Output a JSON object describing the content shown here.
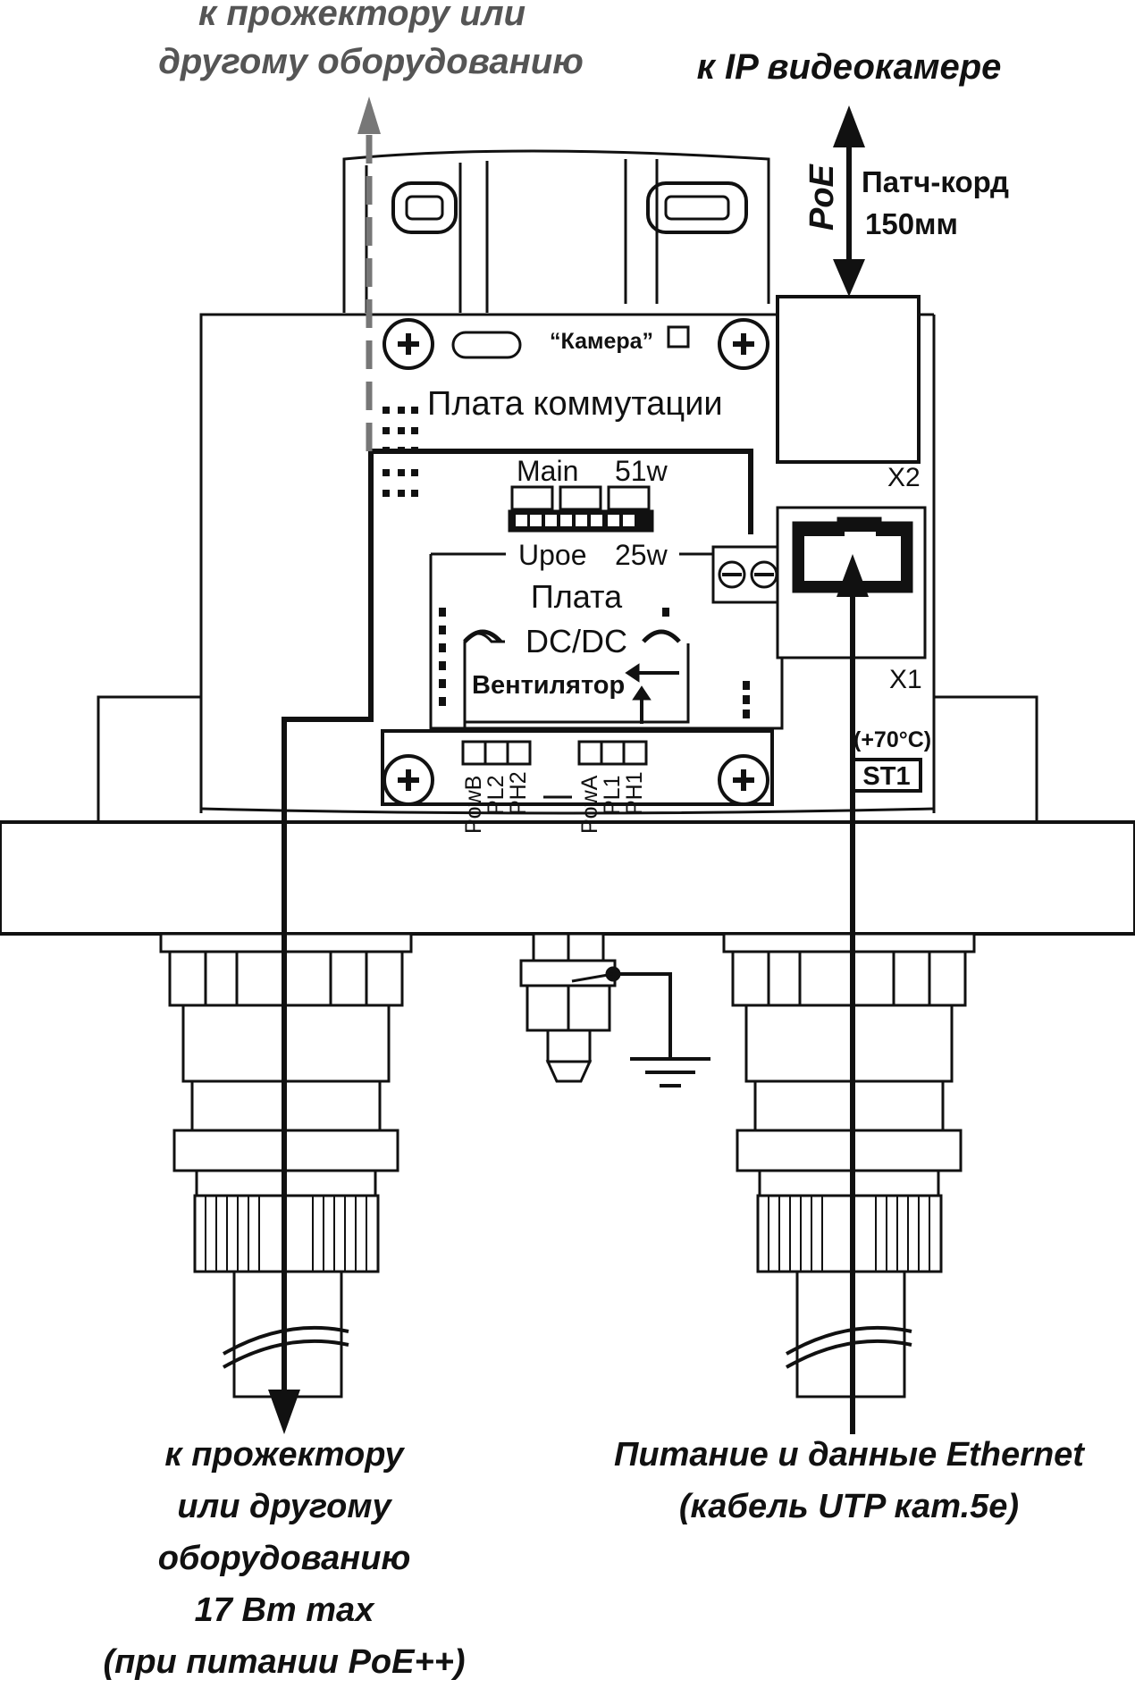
{
  "labels": {
    "top_left_1": "к прожектору или",
    "top_left_2": "другому оборудованию",
    "top_right": "к IP видеокамере",
    "poe": "PoE",
    "patch_1": "Патч-корд",
    "patch_2": "150мм",
    "camera": "“Камера”",
    "board_switch": "Плата коммутации",
    "main": "Main",
    "w51": "51w",
    "upoe": "Upoe",
    "w25": "25w",
    "dcdc_1": "Плата",
    "dcdc_2": "DC/DC",
    "fan": "Вентилятор",
    "x2": "X2",
    "x1": "X1",
    "temp": "(+70°C)",
    "st1": "ST1",
    "pins_left": [
      "PowB",
      "PL2",
      "PH2"
    ],
    "pins_right": [
      "PowA",
      "PL1",
      "PH1"
    ],
    "bottom_left": [
      "к прожектору",
      "или другому",
      "оборудованию",
      "17 Вт max",
      "(при питании PoE++)"
    ],
    "bottom_right_1": "Питание и данные Ethernet",
    "bottom_right_2": "(кабель UTP кат.5е)"
  },
  "colors": {
    "line": "#111111",
    "dashed_arrow": "#777777",
    "text_grey": "#555555"
  }
}
